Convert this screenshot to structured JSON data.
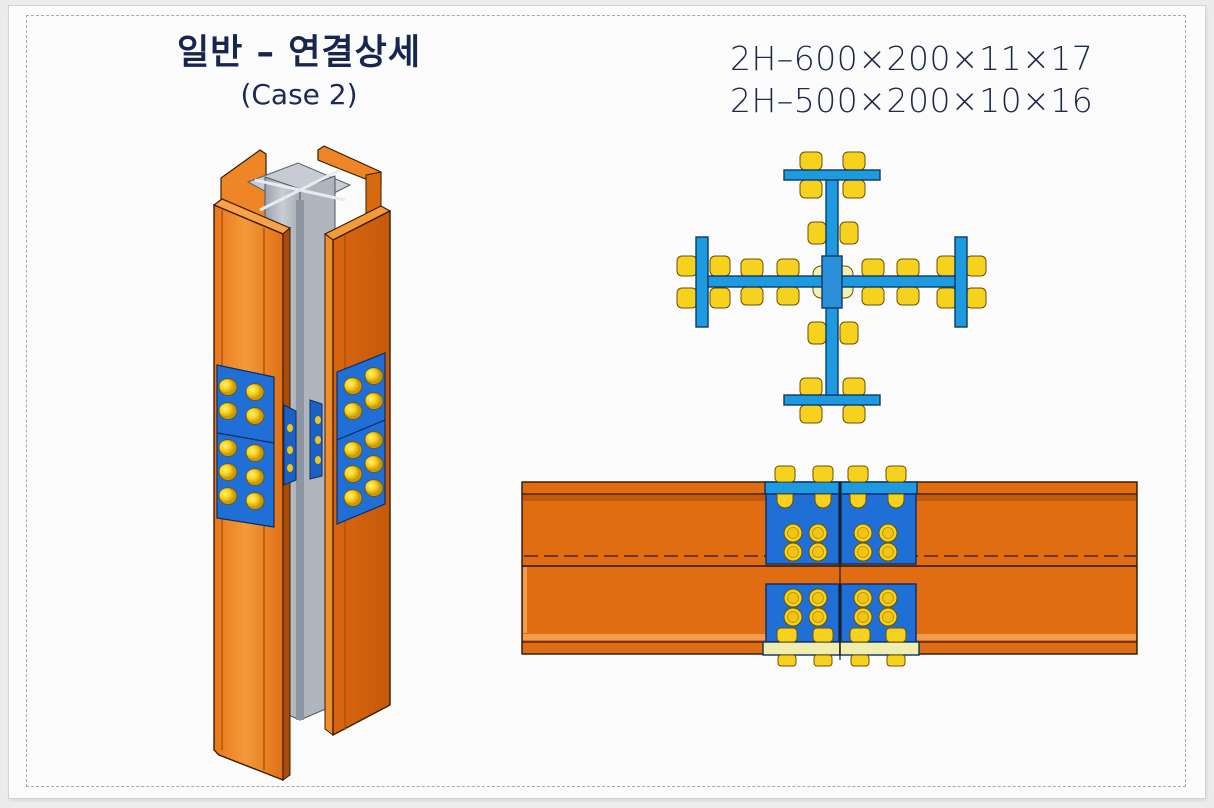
{
  "title": {
    "main": "일반 – 연결상세",
    "sub": "(Case 2)"
  },
  "specs": [
    "2H–600×200×11×17",
    "2H–500×200×10×16"
  ],
  "figures": {
    "isometric_column": "Isometric view of cruciform built-up column (2 H-sections) with bolted splice plates",
    "cross_section": "Plan section of cruciform column with flange and web splice plates and bolts",
    "elevation": "Elevation of column splice showing flange and web splice plates with bolts"
  },
  "colors": {
    "steel_orange": "#e06d12",
    "steel_orange_light": "#f08a2a",
    "splice_plate_blue": "#1f6fd6",
    "section_blue": "#1e9be0",
    "bolt_yellow": "#f6d21e",
    "web_gray": "#b9bfc6",
    "filler_plate": "#f0eeae",
    "title_navy": "#16264f"
  }
}
